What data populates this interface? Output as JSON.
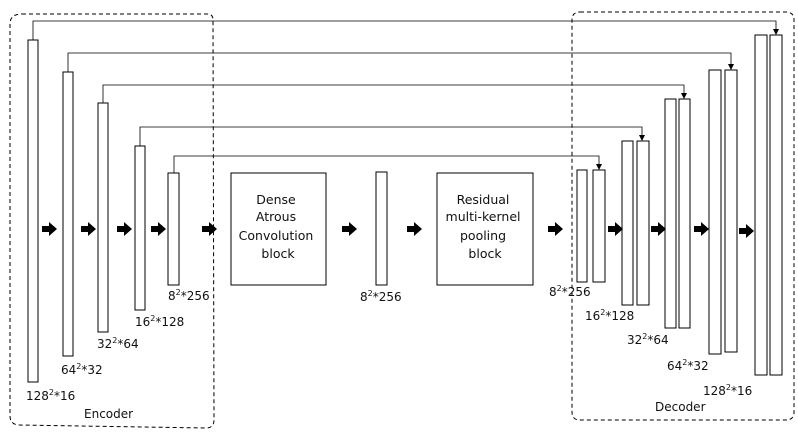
{
  "encoder": {
    "title": "Encoder",
    "layers": [
      {
        "base": "128",
        "exp": "2",
        "rest": "*16"
      },
      {
        "base": "64",
        "exp": "2",
        "rest": "*32"
      },
      {
        "base": "32",
        "exp": "2",
        "rest": "*64"
      },
      {
        "base": "16",
        "exp": "2",
        "rest": "*128"
      },
      {
        "base": "8",
        "exp": "2",
        "rest": "*256"
      }
    ]
  },
  "bridge": {
    "dense_block": [
      "Dense",
      "Atrous",
      "Convolution",
      "block"
    ],
    "middle_layer": {
      "base": "8",
      "exp": "2",
      "rest": "*256"
    },
    "residual_block": [
      "Residual",
      "multi-kernel",
      "pooling",
      "block"
    ]
  },
  "decoder": {
    "title": "Decoder",
    "layers": [
      {
        "base": "8",
        "exp": "2",
        "rest": "*256"
      },
      {
        "base": "16",
        "exp": "2",
        "rest": "*128"
      },
      {
        "base": "32",
        "exp": "2",
        "rest": "*64"
      },
      {
        "base": "64",
        "exp": "2",
        "rest": "*32"
      },
      {
        "base": "128",
        "exp": "2",
        "rest": "*16"
      }
    ]
  }
}
